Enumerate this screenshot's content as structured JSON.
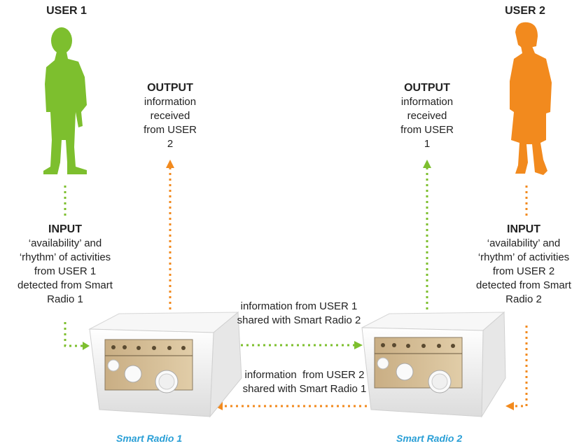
{
  "user1": {
    "title": "USER 1",
    "input_heading": "INPUT",
    "input_lines": [
      "‘availability’ and",
      "‘rhythm’ of activities",
      "from USER 1",
      "detected from Smart",
      "Radio 1"
    ],
    "output_heading": "OUTPUT",
    "output_lines": [
      "information",
      "received",
      "from USER",
      "2"
    ],
    "radio_caption": "Smart Radio 1"
  },
  "user2": {
    "title": "USER 2",
    "input_heading": "INPUT",
    "input_lines": [
      "‘availability’ and",
      "‘rhythm’ of activities",
      "from USER 2",
      "detected from Smart",
      "Radio 2"
    ],
    "output_heading": "OUTPUT",
    "output_lines": [
      "information",
      "received",
      "from USER",
      "1"
    ],
    "radio_caption": "Smart Radio 2"
  },
  "links": {
    "top_lines": [
      "information from USER 1",
      "shared with Smart Radio 2"
    ],
    "bottom_lines": [
      "information  from USER 2",
      "shared with Smart Radio 1"
    ]
  },
  "colors": {
    "user1": "#7dbf2e",
    "user2": "#f28a1e",
    "caption": "#2a9fd6"
  }
}
